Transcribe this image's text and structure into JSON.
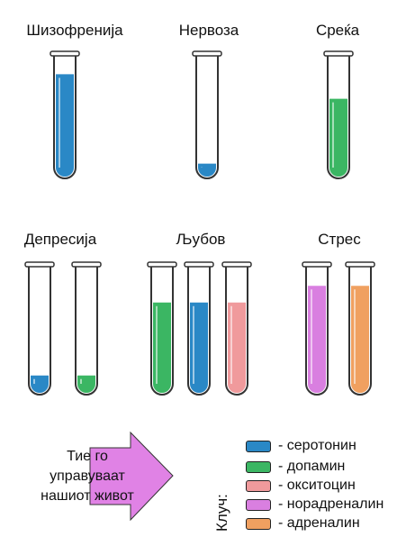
{
  "groups": [
    {
      "title": "Шизофренија",
      "tubes": [
        {
          "hormone": "serotonin",
          "level": 0.85
        }
      ]
    },
    {
      "title": "Нервоза",
      "tubes": [
        {
          "hormone": "serotonin",
          "level": 0.12
        }
      ]
    },
    {
      "title": "Среќа",
      "tubes": [
        {
          "hormone": "dopamin",
          "level": 0.65
        }
      ]
    },
    {
      "title": "Депресија",
      "tubes": [
        {
          "hormone": "serotonin",
          "level": 0.15
        },
        {
          "hormone": "dopamin",
          "level": 0.15
        }
      ]
    },
    {
      "title": "Љубов",
      "tubes": [
        {
          "hormone": "dopamin",
          "level": 0.72
        },
        {
          "hormone": "serotonin",
          "level": 0.72
        },
        {
          "hormone": "oxytocin",
          "level": 0.72
        }
      ]
    },
    {
      "title": "Стрес",
      "tubes": [
        {
          "hormone": "noradrenalin",
          "level": 0.85
        },
        {
          "hormone": "adrenalin",
          "level": 0.85
        }
      ]
    }
  ],
  "arrow": {
    "line1": "Тие го",
    "line2": "управуваат",
    "line3": "нашиот живот",
    "color": "#e082e5"
  },
  "legend": {
    "title": "Клуч:",
    "items": [
      {
        "key": "serotonin",
        "label": "-  серотонин",
        "color": "#2a88c6"
      },
      {
        "key": "dopamin",
        "label": "-  допамин",
        "color": "#3bb663"
      },
      {
        "key": "oxytocin",
        "label": "- окситоцин",
        "color": "#f09a9c"
      },
      {
        "key": "noradrenalin",
        "label": "- норадреналин",
        "color": "#d97fe0"
      },
      {
        "key": "adrenalin",
        "label": "- адреналин",
        "color": "#f0a060"
      }
    ]
  }
}
